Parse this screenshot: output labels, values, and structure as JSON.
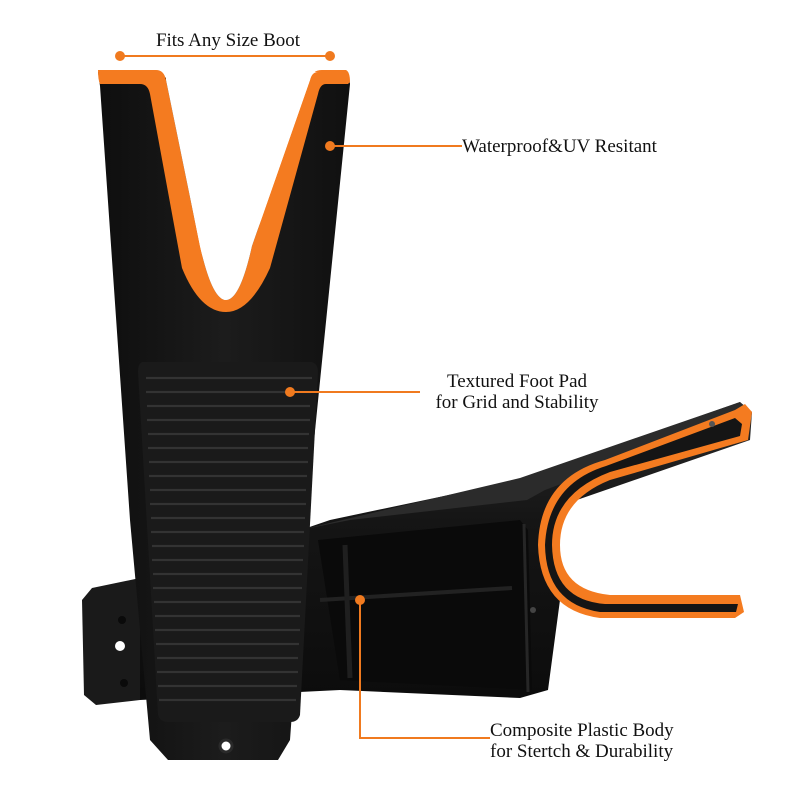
{
  "colors": {
    "accent_orange": "#f47b20",
    "callout_line": "#f07a1f",
    "body_black": "#141414",
    "body_dark": "#1e1e1e",
    "rib_highlight": "#3a3a3a",
    "background": "#ffffff",
    "text": "#111111"
  },
  "product": {
    "description": "boot jack, black composite plastic with orange rubber U-grip",
    "views": [
      "front view (upright)",
      "side view (lying)"
    ]
  },
  "callouts": [
    {
      "id": "fits-any-size",
      "lines": [
        "Fits Any Size Boot"
      ]
    },
    {
      "id": "waterproof",
      "lines": [
        "Waterproof&UV Resitant"
      ]
    },
    {
      "id": "foot-pad",
      "lines": [
        "Textured Foot Pad",
        "for Grid and Stability"
      ]
    },
    {
      "id": "body",
      "lines": [
        "Composite Plastic Body",
        "for Stertch & Durability"
      ]
    }
  ]
}
